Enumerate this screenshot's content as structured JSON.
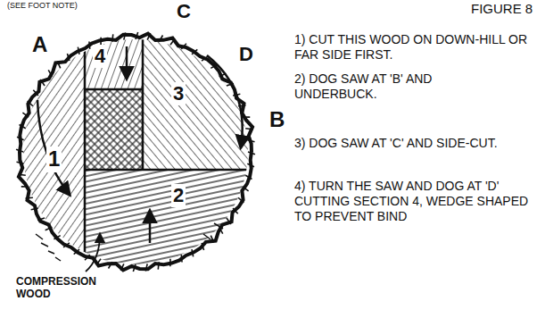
{
  "diagram": {
    "labels": [
      "(SEE FOOT NOTE)",
      "C",
      "FIGURE 8",
      "A",
      "D",
      "B",
      "4",
      "3",
      "1",
      "2",
      "COMPRESSION WOOD",
      "1) CUT THIS WOOD ON DOWN-HILL OR FAR SIDE FIRST.",
      "2) DOG SAW AT 'B' AND UNDERBUCK.",
      "3) DOG SAW AT 'C' AND SIDE-CUT.",
      "4) TURN THE SAW AND DOG AT 'D' CUTTING SECTION 4, WEDGE SHAPED TO PREVENT BIND"
    ]
  }
}
